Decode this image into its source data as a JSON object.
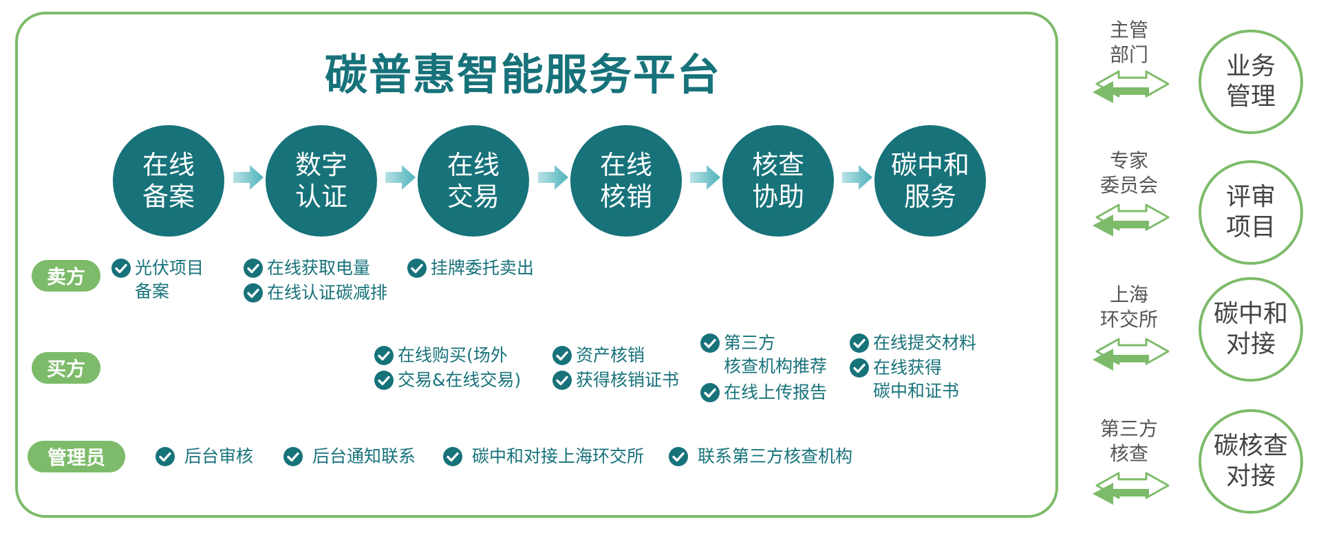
{
  "title": "碳普惠智能服务平台",
  "colors": {
    "teal": "#17727a",
    "green": "#7dbb6a"
  },
  "steps": [
    {
      "line1": "在线",
      "line2": "备案"
    },
    {
      "line1": "数字",
      "line2": "认证"
    },
    {
      "line1": "在线",
      "line2": "交易"
    },
    {
      "line1": "在线",
      "line2": "核销"
    },
    {
      "line1": "核查",
      "line2": "协助"
    },
    {
      "line1": "碳中和",
      "line2": "服务"
    }
  ],
  "roles": {
    "seller": "卖方",
    "buyer": "买方",
    "admin": "管理员"
  },
  "seller_tasks": {
    "pv_line1": "光伏项目",
    "pv_line2": "备案",
    "power": "在线获取电量",
    "cert_reduction": "在线认证碳减排",
    "listing": "挂牌委托卖出"
  },
  "buyer_tasks": {
    "buy_line1": "在线购买(场外",
    "buy_line2": "交易&在线交易)",
    "asset_offset": "资产核销",
    "offset_cert": "获得核销证书",
    "third_line1": "第三方",
    "third_line2": "核查机构推荐",
    "upload": "在线上传报告",
    "submit": "在线提交材料",
    "obtain_line1": "在线获得",
    "obtain_line2": "碳中和证书"
  },
  "admin_tasks": {
    "review": "后台审核",
    "notify": "后台通知联系",
    "dock": "碳中和对接上海环交所",
    "contact": "联系第三方核查机构"
  },
  "parties": [
    {
      "line1": "主管",
      "line2": "部门"
    },
    {
      "line1": "专家",
      "line2": "委员会"
    },
    {
      "line1": "上海",
      "line2": "环交所"
    },
    {
      "line1": "第三方",
      "line2": "核查"
    }
  ],
  "functions": [
    {
      "line1": "业务",
      "line2": "管理"
    },
    {
      "line1": "评审",
      "line2": "项目"
    },
    {
      "line1": "碳中和",
      "line2": "对接"
    },
    {
      "line1": "碳核查",
      "line2": "对接"
    }
  ]
}
